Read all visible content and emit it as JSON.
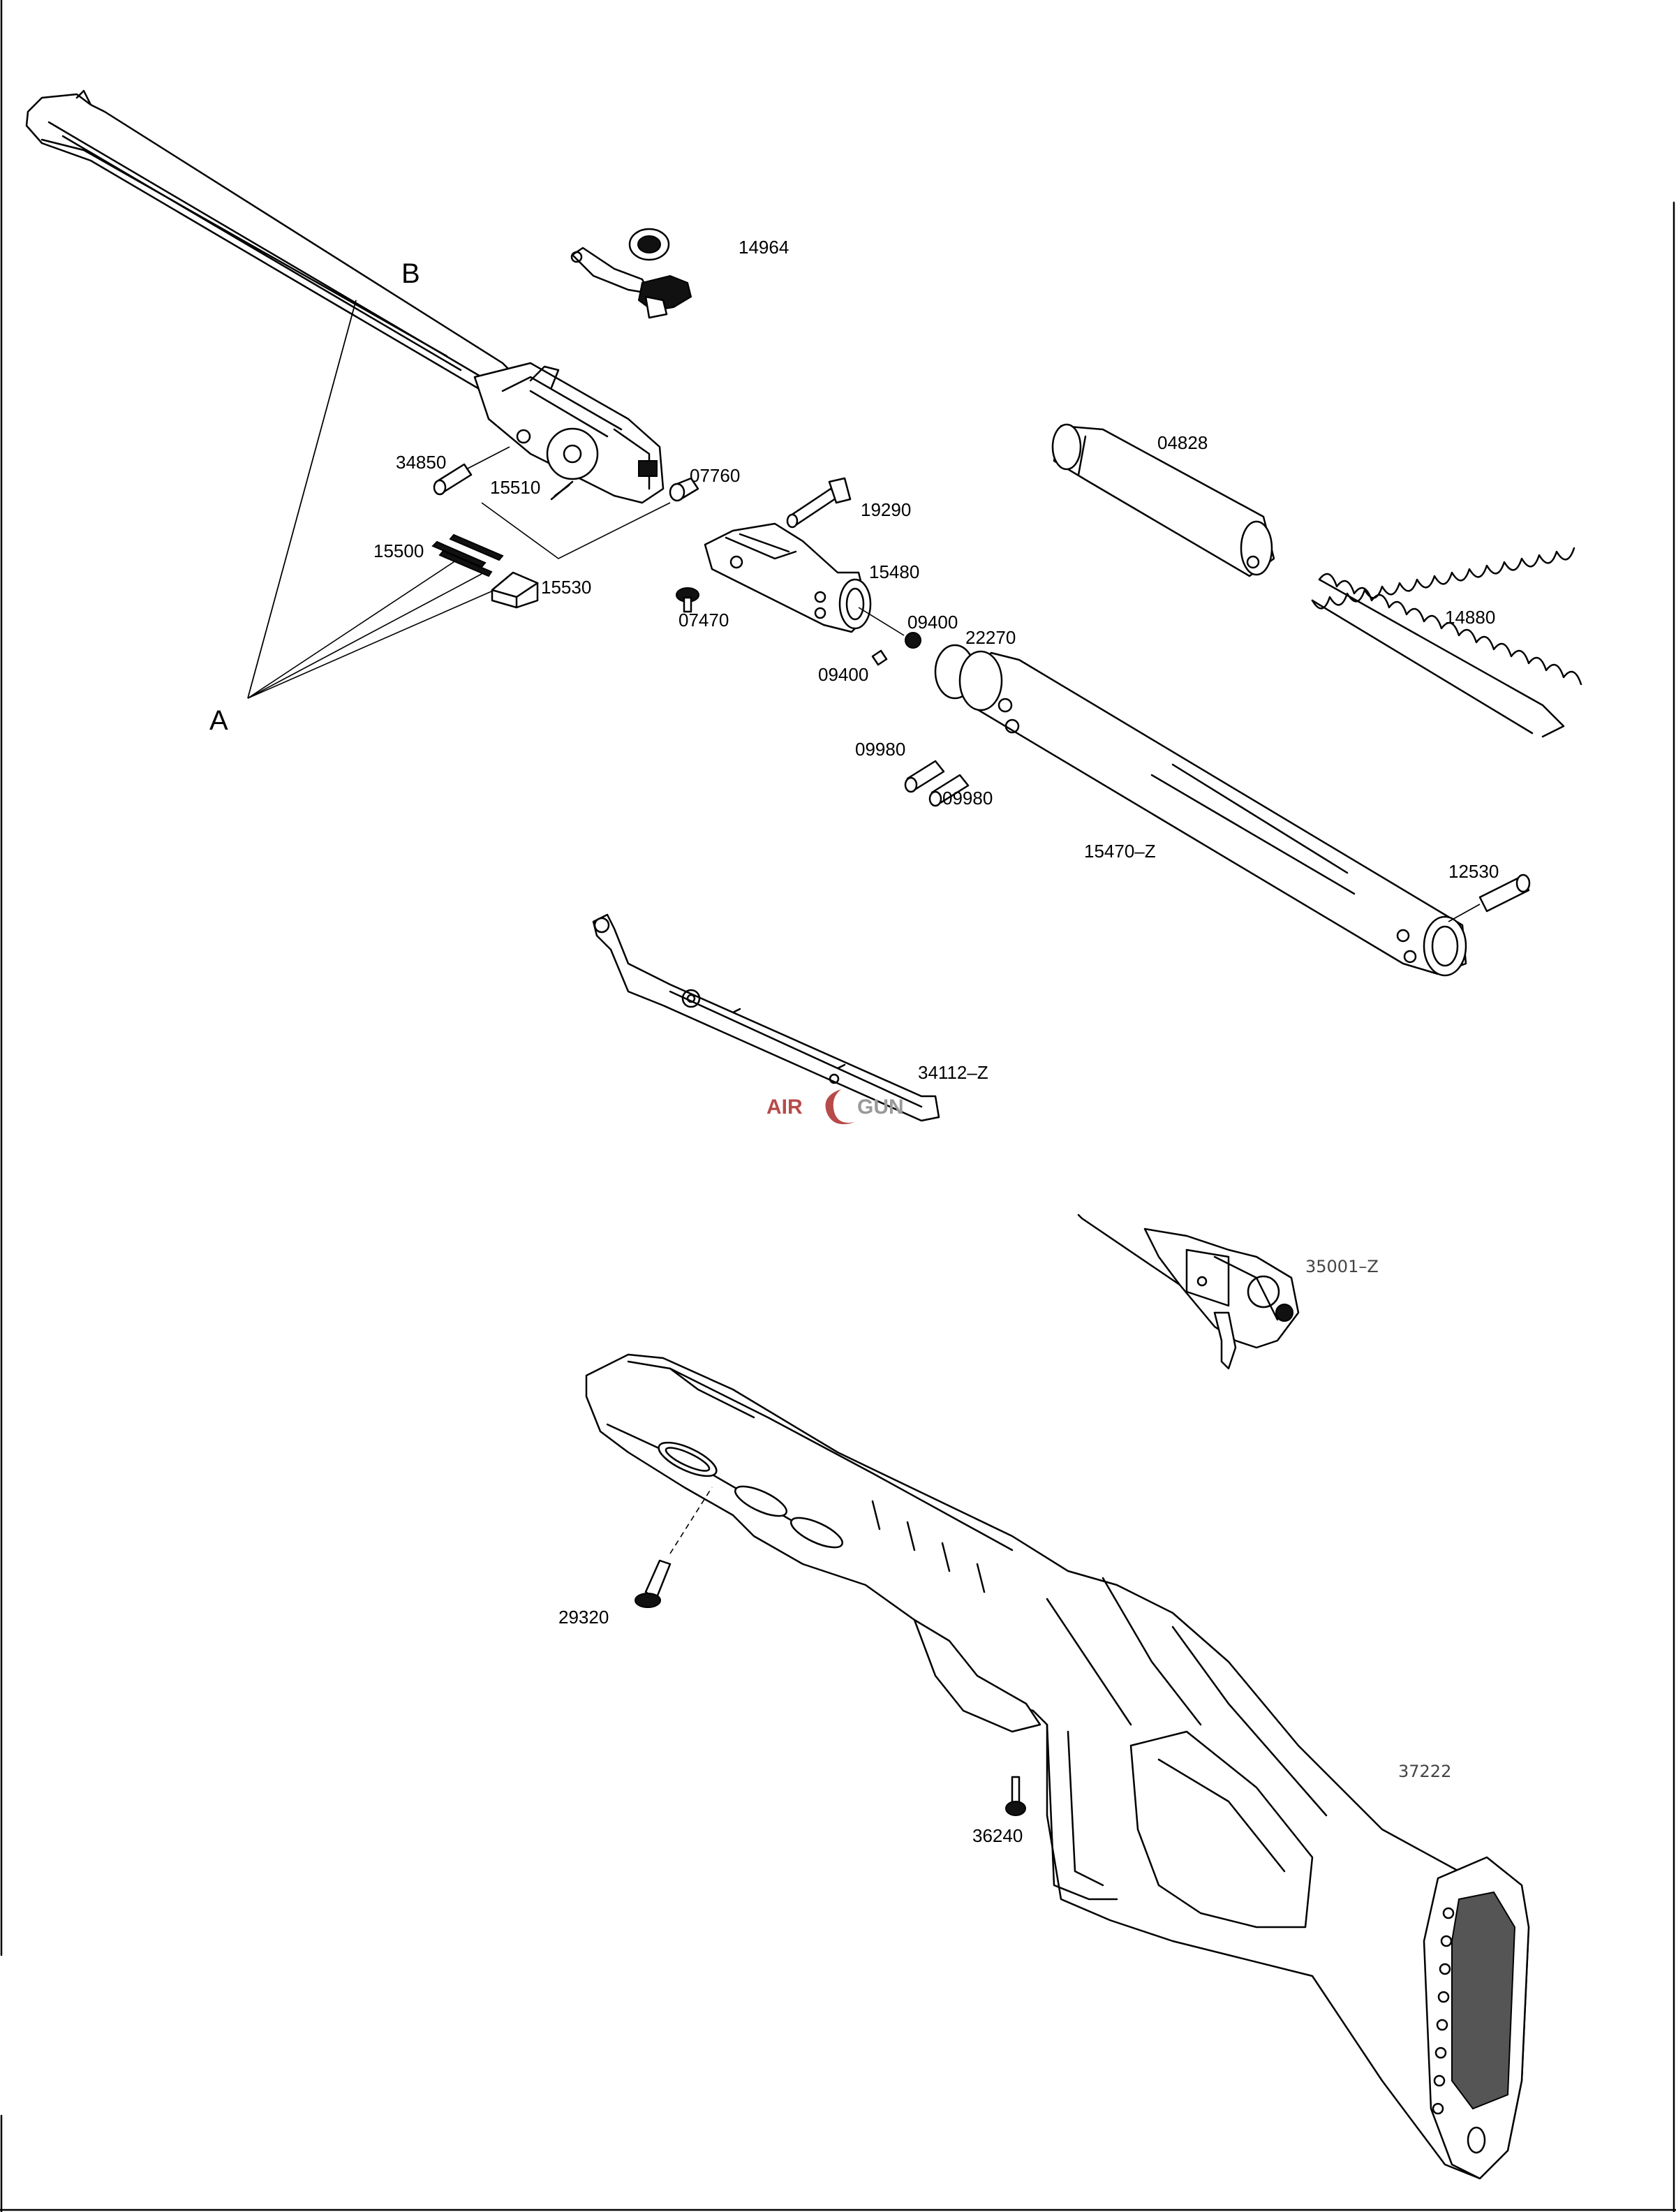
{
  "callouts": {
    "a": "A",
    "b": "B"
  },
  "parts": {
    "p14964": "14964",
    "p04828": "04828",
    "p34850": "34850",
    "p15510": "15510",
    "p07760": "07760",
    "p19290": "19290",
    "p15500": "15500",
    "p15530": "15530",
    "p15480": "15480",
    "p14880": "14880",
    "p07470": "07470",
    "p09400_a": "09400",
    "p22270": "22270",
    "p09400_b": "09400",
    "p09980_a": "09980",
    "p09980_b": "09980",
    "p15470z": "15470–Z",
    "p12530": "12530",
    "p34112z": "34112–Z",
    "p35001z": "35001–Z",
    "p29320": "29320",
    "p37222": "37222",
    "p36240": "36240"
  },
  "watermark": {
    "left": "AIR",
    "right": "GUN"
  },
  "colors": {
    "watermark_red": "#b84a4a",
    "watermark_gray": "#9a9a9a",
    "ink": "#000000"
  }
}
